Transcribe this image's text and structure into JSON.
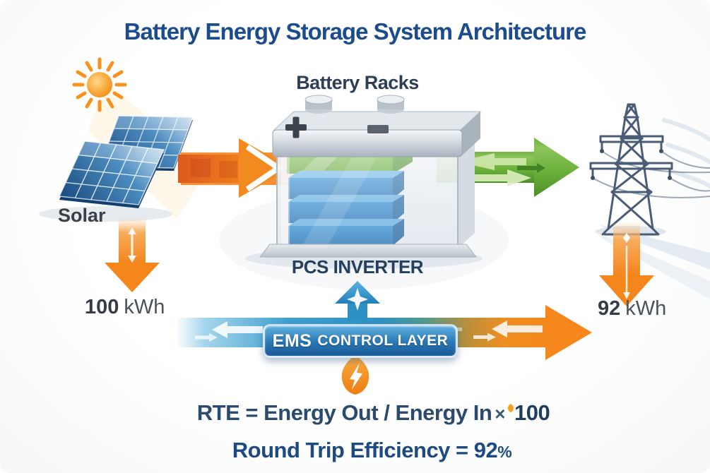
{
  "title": "Battery Energy Storage System Architecture",
  "solar": {
    "label": "Solar",
    "energy_in_value": "100",
    "energy_in_unit": "kWh"
  },
  "battery": {
    "racks_label": "Battery Racks",
    "inverter_label": "PCS INVERTER"
  },
  "grid": {
    "energy_out_value": "92",
    "energy_out_unit": "kWh"
  },
  "ems": {
    "label_primary": "EMS",
    "label_secondary": "CONTROL LAYER"
  },
  "formula": {
    "expression": "RTE = Energy Out / Energy In",
    "operator": "×",
    "multiplier": "100"
  },
  "summary": {
    "label": "Round Trip Efficiency = 92",
    "percent_sign": "%"
  },
  "colors": {
    "title_blue": "#1c4c8c",
    "label_navy": "#2d3e55",
    "neutral_text": "#3a4046",
    "solar_orange": "#f5861c",
    "grid_green": "#5aa42f",
    "ems_band_blue": "#2f93c6",
    "ems_badge_blue": "#1e6cab",
    "battery_cell_green": "#6cb52e",
    "battery_cell_blue": "#1f7fcd"
  }
}
